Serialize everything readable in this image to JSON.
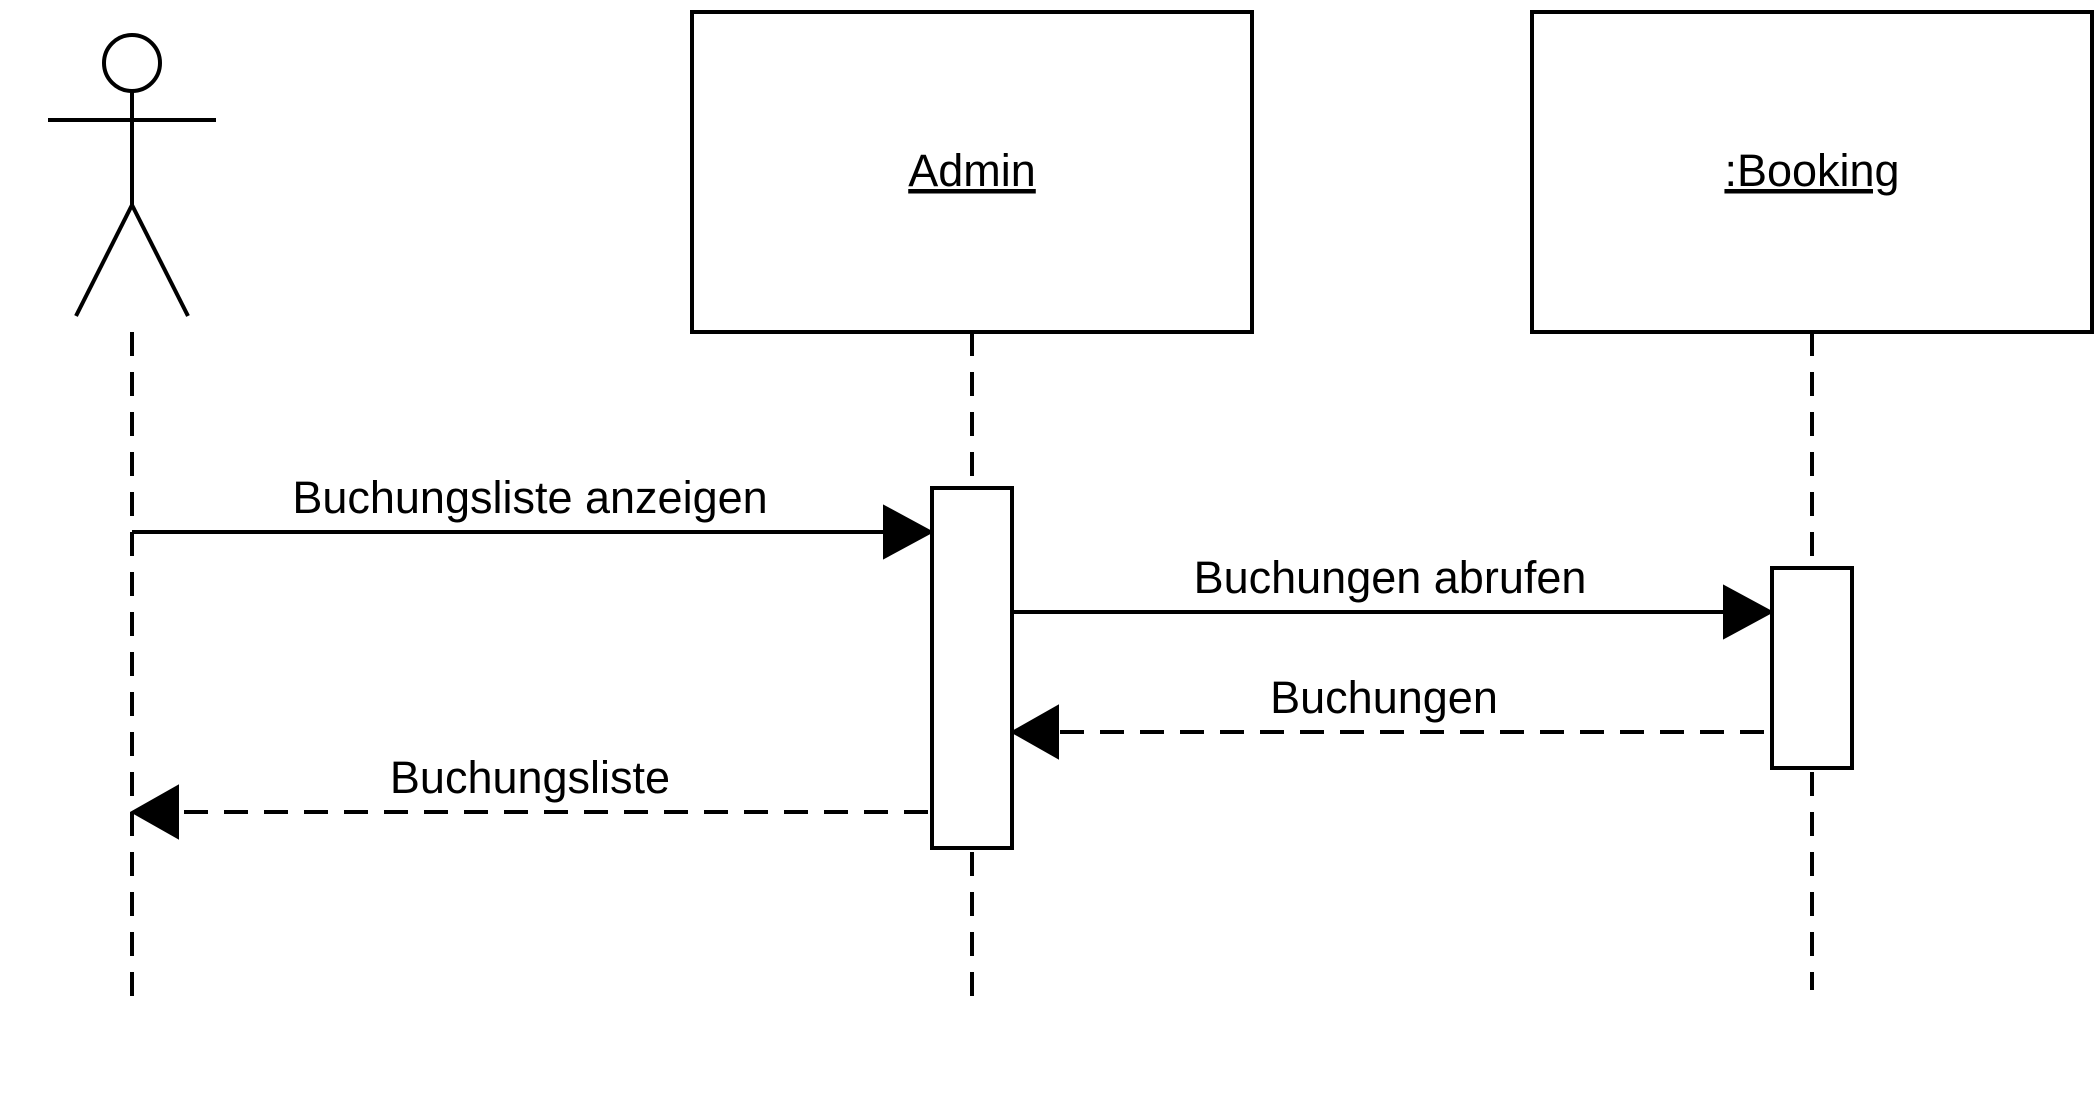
{
  "diagram": {
    "type": "uml-sequence",
    "actor": {
      "label": ""
    },
    "lifelines": [
      {
        "label": "Admin"
      },
      {
        "label": ":Booking"
      }
    ],
    "messages": [
      {
        "label": "Buchungsliste anzeigen",
        "kind": "synchronous",
        "from": "actor",
        "to": "Admin"
      },
      {
        "label": "Buchungen abrufen",
        "kind": "synchronous",
        "from": "Admin",
        "to": ":Booking"
      },
      {
        "label": "Buchungen",
        "kind": "return",
        "from": ":Booking",
        "to": "Admin"
      },
      {
        "label": "Buchungsliste",
        "kind": "return",
        "from": "Admin",
        "to": "actor"
      }
    ]
  }
}
